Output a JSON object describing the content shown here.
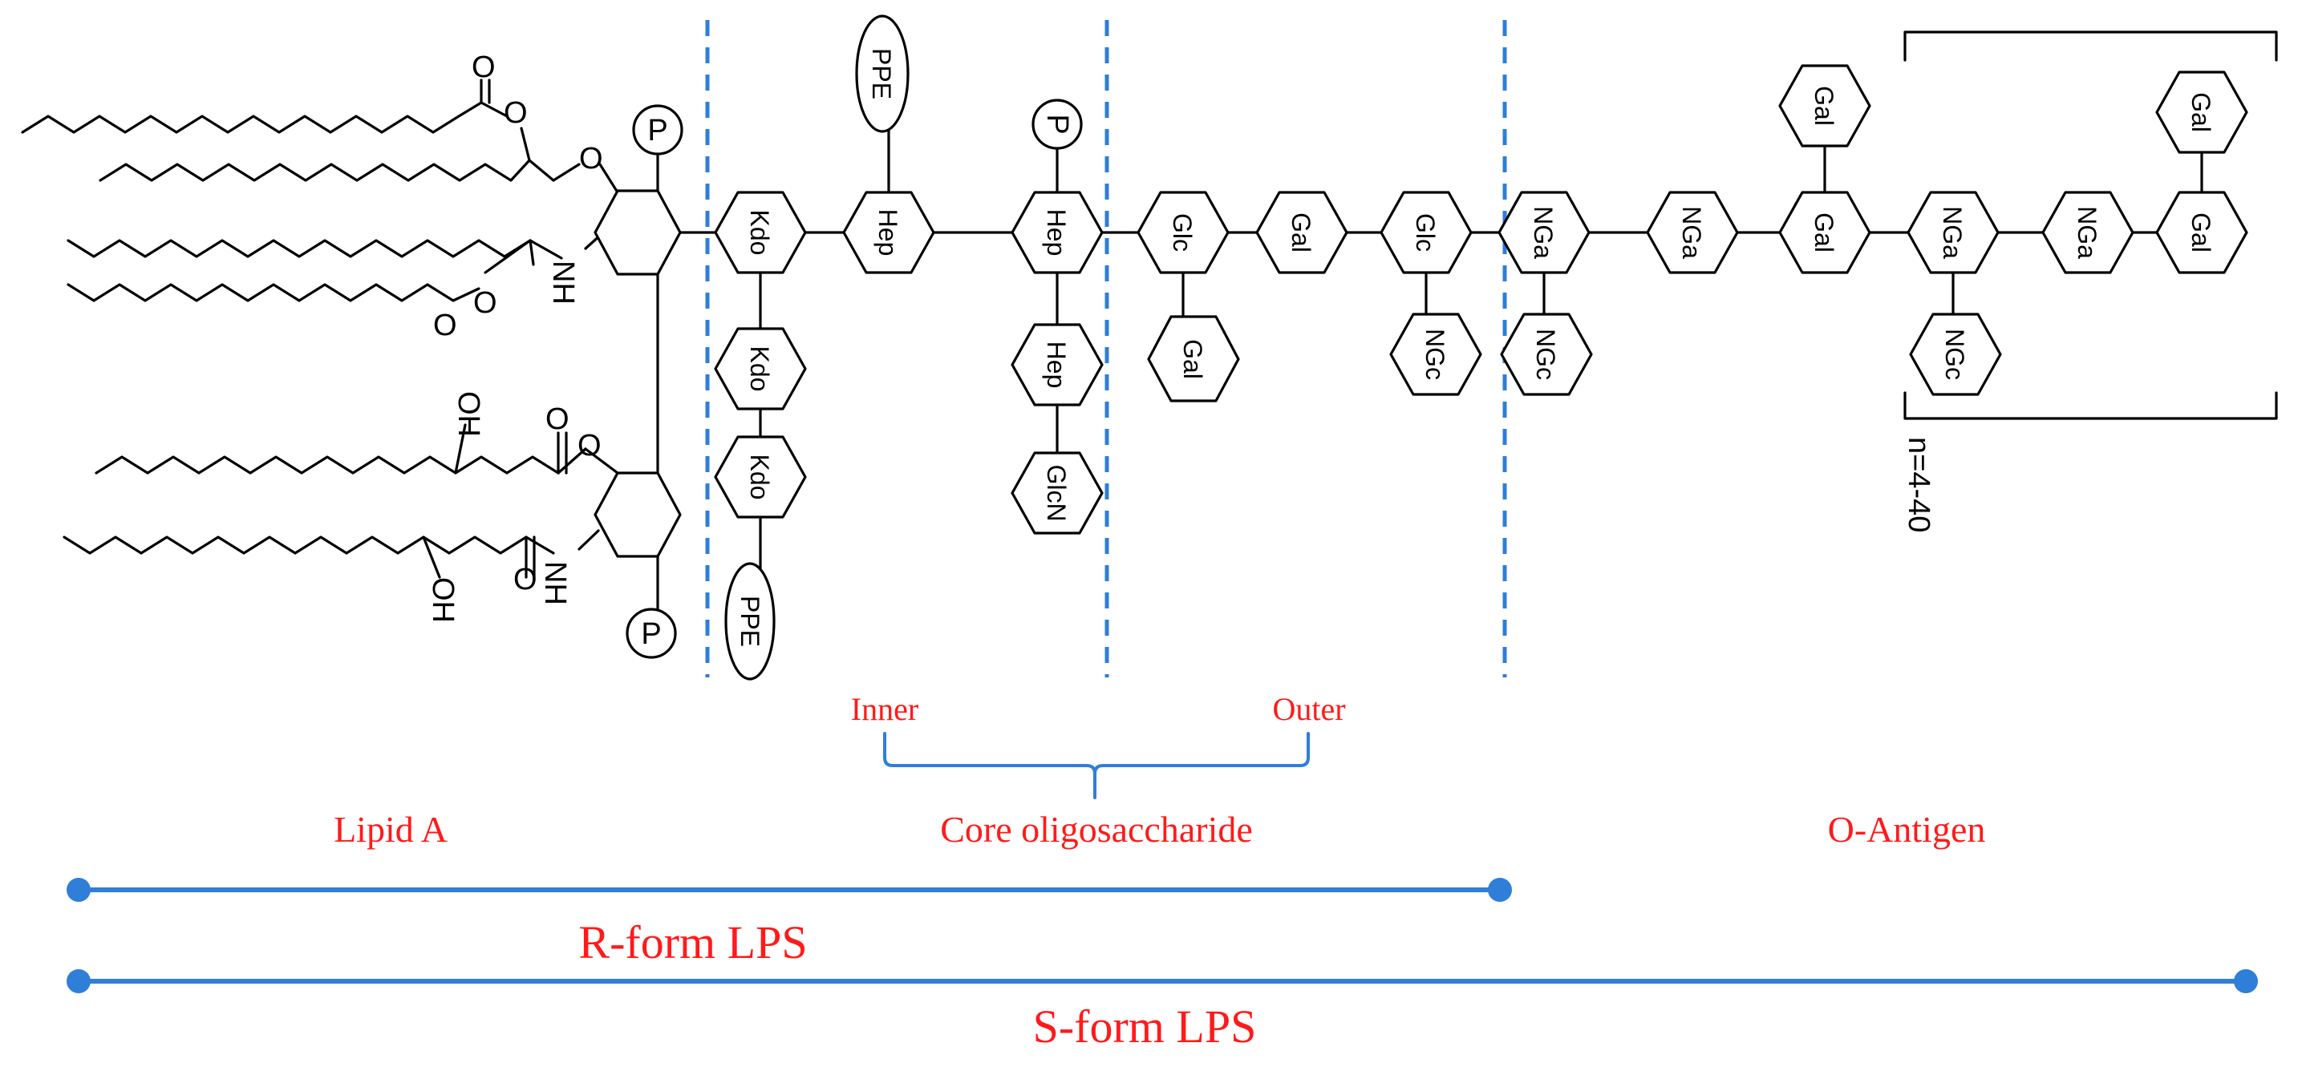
{
  "lipid_a": {
    "phosphate_top": "P",
    "phosphate_bottom": "P",
    "oxygen": "O",
    "amine_upper": "NH",
    "amine_lower": "NH",
    "hydroxyl_upper": "OH",
    "hydroxyl_lower": "OH"
  },
  "core": {
    "kdo_1": "Kdo",
    "kdo_2": "Kdo",
    "kdo_3": "Kdo",
    "kdo_ppe": "PPE",
    "hep_1": "Hep",
    "hep_1_ppe": "PPE",
    "hep_2": "Hep",
    "hep_2_phosphate": "P",
    "hep_3": "Hep",
    "glcn": "GlcN",
    "glc_1": "Glc",
    "glc_1_branch": "Gal",
    "gal_1": "Gal",
    "glc_2": "Glc",
    "glc_2_branch": "NGc"
  },
  "o_antigen": {
    "nga_1": "NGa",
    "nga_1_branch": "NGc",
    "nga_2": "NGa",
    "gal_1": "Gal",
    "gal_1_branch": "Gal",
    "nga_3": "NGa",
    "nga_3_branch": "NGc",
    "nga_4": "NGa",
    "gal_2": "Gal",
    "gal_2_branch": "Gal",
    "repeat": "n=4-40"
  },
  "labels": {
    "inner": "Inner",
    "outer": "Outer",
    "lipid_a": "Lipid A",
    "core": "Core oligosaccharide",
    "o_antigen": "O-Antigen",
    "r_form": "R-form LPS",
    "s_form": "S-form LPS"
  },
  "colors": {
    "annotation_red": "#ff1a1a",
    "accent_blue": "#2f7ed8",
    "structure_black": "#000000"
  }
}
